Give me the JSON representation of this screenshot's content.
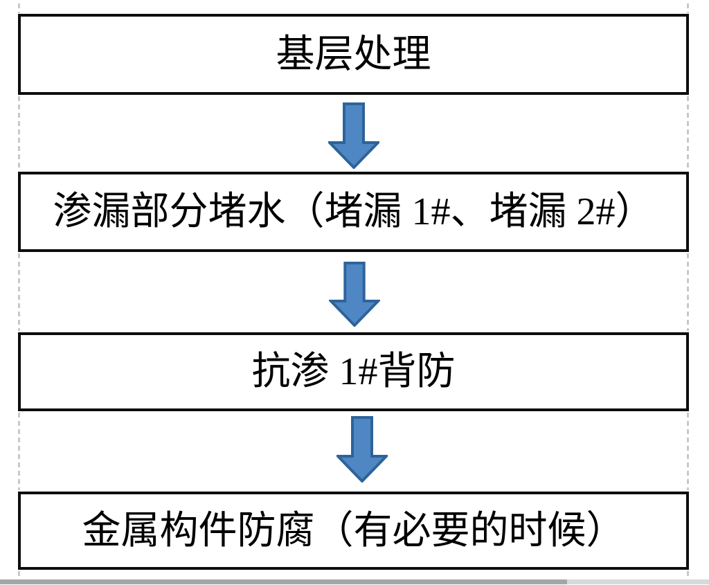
{
  "flowchart": {
    "title": "waterproofing-process-flow",
    "steps": [
      {
        "label": "基层处理"
      },
      {
        "label": "渗漏部分堵水（堵漏 1#、堵漏 2#）"
      },
      {
        "label": "抗渗 1#背防"
      },
      {
        "label": "金属构件防腐（有必要的时候）"
      }
    ],
    "connector_icon": "down-arrow-icon"
  },
  "colors": {
    "arrow-fill": "#4f86c4",
    "arrow-stroke": "#2e6399",
    "box-border": "#0d0d0d",
    "text-color": "#000000",
    "gridline-color": "#c8c8c8",
    "scroll-thumb-color": "#a6a6a6",
    "scroll-track-color": "#d9d9d9"
  }
}
